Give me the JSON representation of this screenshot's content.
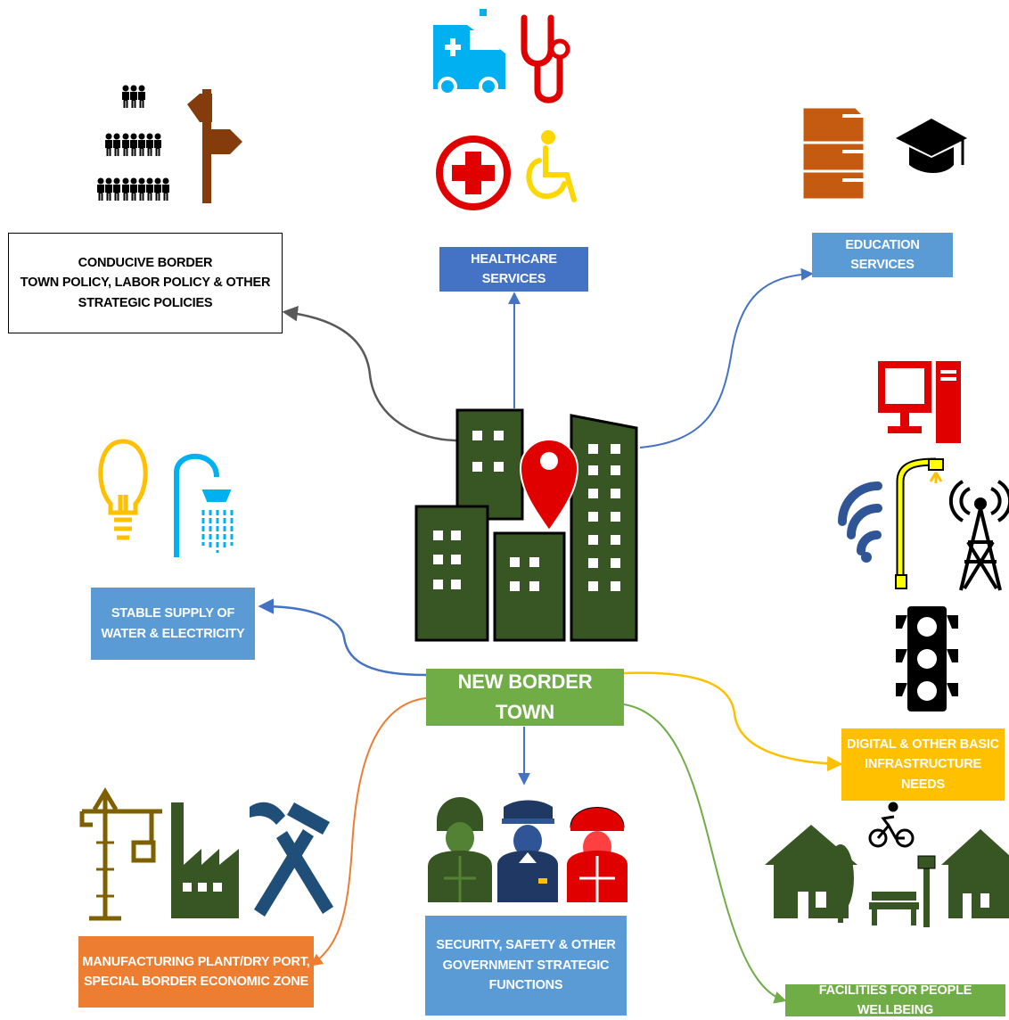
{
  "center": {
    "label": "NEW BORDER TOWN",
    "color": "#70ad47"
  },
  "nodes": [
    {
      "id": "policy",
      "label": "CONDUCIVE BORDER\nTOWN POLICY, LABOR POLICY & OTHER\nSTRATEGIC POLICIES",
      "fill": "#ffffff",
      "text_color": "#000000",
      "connector_color": "#595959"
    },
    {
      "id": "healthcare",
      "label": "HEALTHCARE SERVICES",
      "fill": "#4472c4",
      "text_color": "#ffffff",
      "connector_color": "#4472c4"
    },
    {
      "id": "education",
      "label": "EDUCATION SERVICES",
      "fill": "#5b9bd5",
      "text_color": "#ffffff",
      "connector_color": "#4472c4"
    },
    {
      "id": "utilities",
      "label": "STABLE SUPPLY OF\nWATER & ELECTRICITY",
      "fill": "#5b9bd5",
      "text_color": "#ffffff",
      "connector_color": "#4472c4"
    },
    {
      "id": "infrastructure",
      "label": "DIGITAL & OTHER BASIC\nINFRASTRUCTURE NEEDS",
      "fill": "#ffc000",
      "text_color": "#ffffff",
      "connector_color": "#ffc000"
    },
    {
      "id": "manufacturing",
      "label": "MANUFACTURING PLANT/DRY PORT,\nSPECIAL BORDER ECONOMIC ZONE",
      "fill": "#ed7d31",
      "text_color": "#ffffff",
      "connector_color": "#ed7d31"
    },
    {
      "id": "security",
      "label": "SECURITY, SAFETY & OTHER\nGOVERNMENT STRATEGIC\nFUNCTIONS",
      "fill": "#5b9bd5",
      "text_color": "#ffffff",
      "connector_color": "#4472c4"
    },
    {
      "id": "wellbeing",
      "label": "FACILITIES FOR PEOPLE WELLBEING",
      "fill": "#70ad47",
      "text_color": "#ffffff",
      "connector_color": "#70ad47"
    }
  ],
  "icons": [
    "ambulance-icon",
    "stethoscope-icon",
    "red-cross-icon",
    "wheelchair-icon",
    "crowd-icon",
    "signpost-icon",
    "books-icon",
    "graduation-cap-icon",
    "computer-icon",
    "wifi-icon",
    "streetlight-icon",
    "radio-tower-icon",
    "traffic-light-icon",
    "light-bulb-icon",
    "shower-icon",
    "city-buildings-icon",
    "location-pin-icon",
    "crane-icon",
    "factory-icon",
    "tools-icon",
    "soldier-icon",
    "police-officer-icon",
    "firefighter-icon",
    "house-icon",
    "tree-icon",
    "cyclist-icon",
    "park-bench-icon",
    "lamp-post-icon"
  ],
  "colors": {
    "building_green": "#375623",
    "health_blue": "#00b0f0",
    "health_red": "#e00000",
    "wheelchair_yellow": "#ffd700",
    "book_brown": "#c55a11",
    "signpost_brown": "#843c0c",
    "bulb_yellow": "#ffc000",
    "shower_blue": "#00b0f0",
    "tools_blue": "#1f4e79",
    "crane_brown": "#7f6000",
    "police_navy": "#1f3864",
    "fire_red": "#e00000"
  }
}
